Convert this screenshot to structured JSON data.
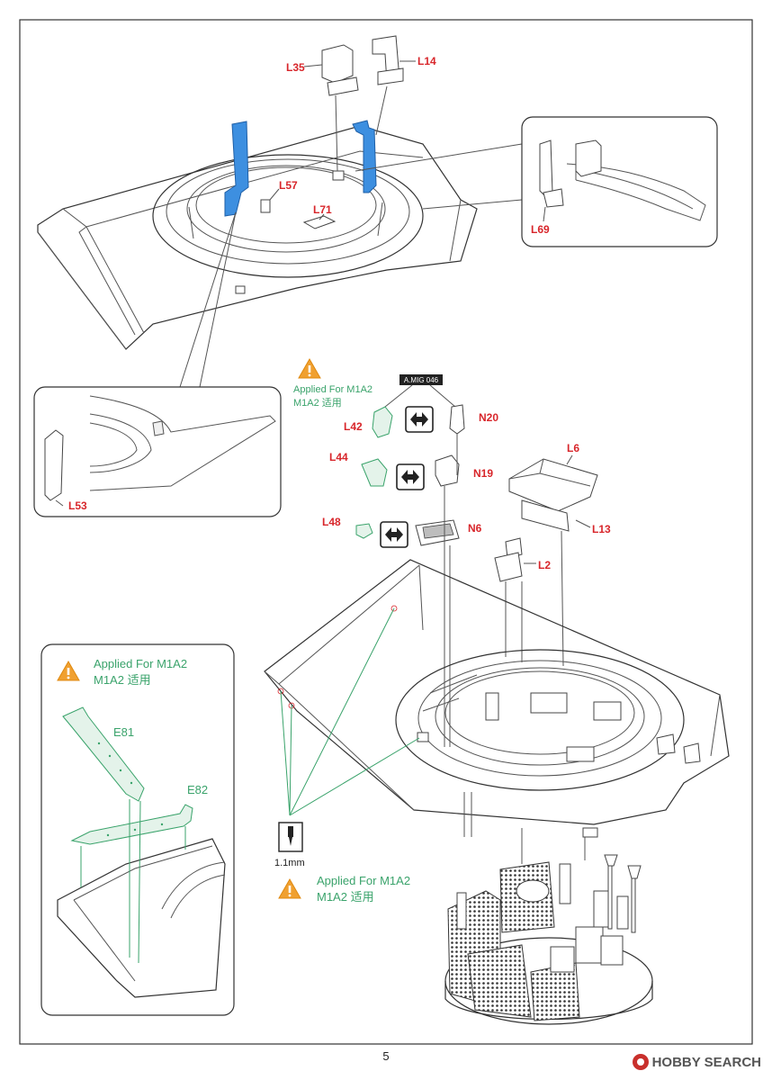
{
  "page_number": "5",
  "watermark": "HOBBY SEARCH",
  "top_assembly": {
    "labels": {
      "l35": "L35",
      "l14": "L14",
      "l57": "L57",
      "l71": "L71"
    }
  },
  "detail_right": {
    "label": "L69"
  },
  "detail_left": {
    "label": "L53"
  },
  "applied_note_1": {
    "line1": "Applied For M1A2",
    "line2": "M1A2 适用"
  },
  "applied_note_2": {
    "line1": "Applied For M1A2",
    "line2": "M1A2 适用"
  },
  "applied_note_3": {
    "line1": "Applied For M1A2",
    "line2": "M1A2 适用"
  },
  "parts_group": {
    "paint_tag": "A.MIG 046",
    "labels": {
      "l42": "L42",
      "n20": "N20",
      "l44": "L44",
      "n19": "N19",
      "l48": "L48",
      "n6": "N6",
      "l6": "L6",
      "l13": "L13",
      "l2": "L2"
    }
  },
  "inset_m1a2": {
    "labels": {
      "e81": "E81",
      "e82": "E82"
    }
  },
  "drill": {
    "size": "1.1mm"
  },
  "colors": {
    "highlight_blue": "#3d8fe0",
    "label_red": "#d8262b",
    "note_green": "#3aa36b",
    "warning_orange": "#f0a030"
  },
  "icons": [
    "warning-triangle-icon",
    "swap-arrows-icon",
    "drill-bit-icon"
  ]
}
